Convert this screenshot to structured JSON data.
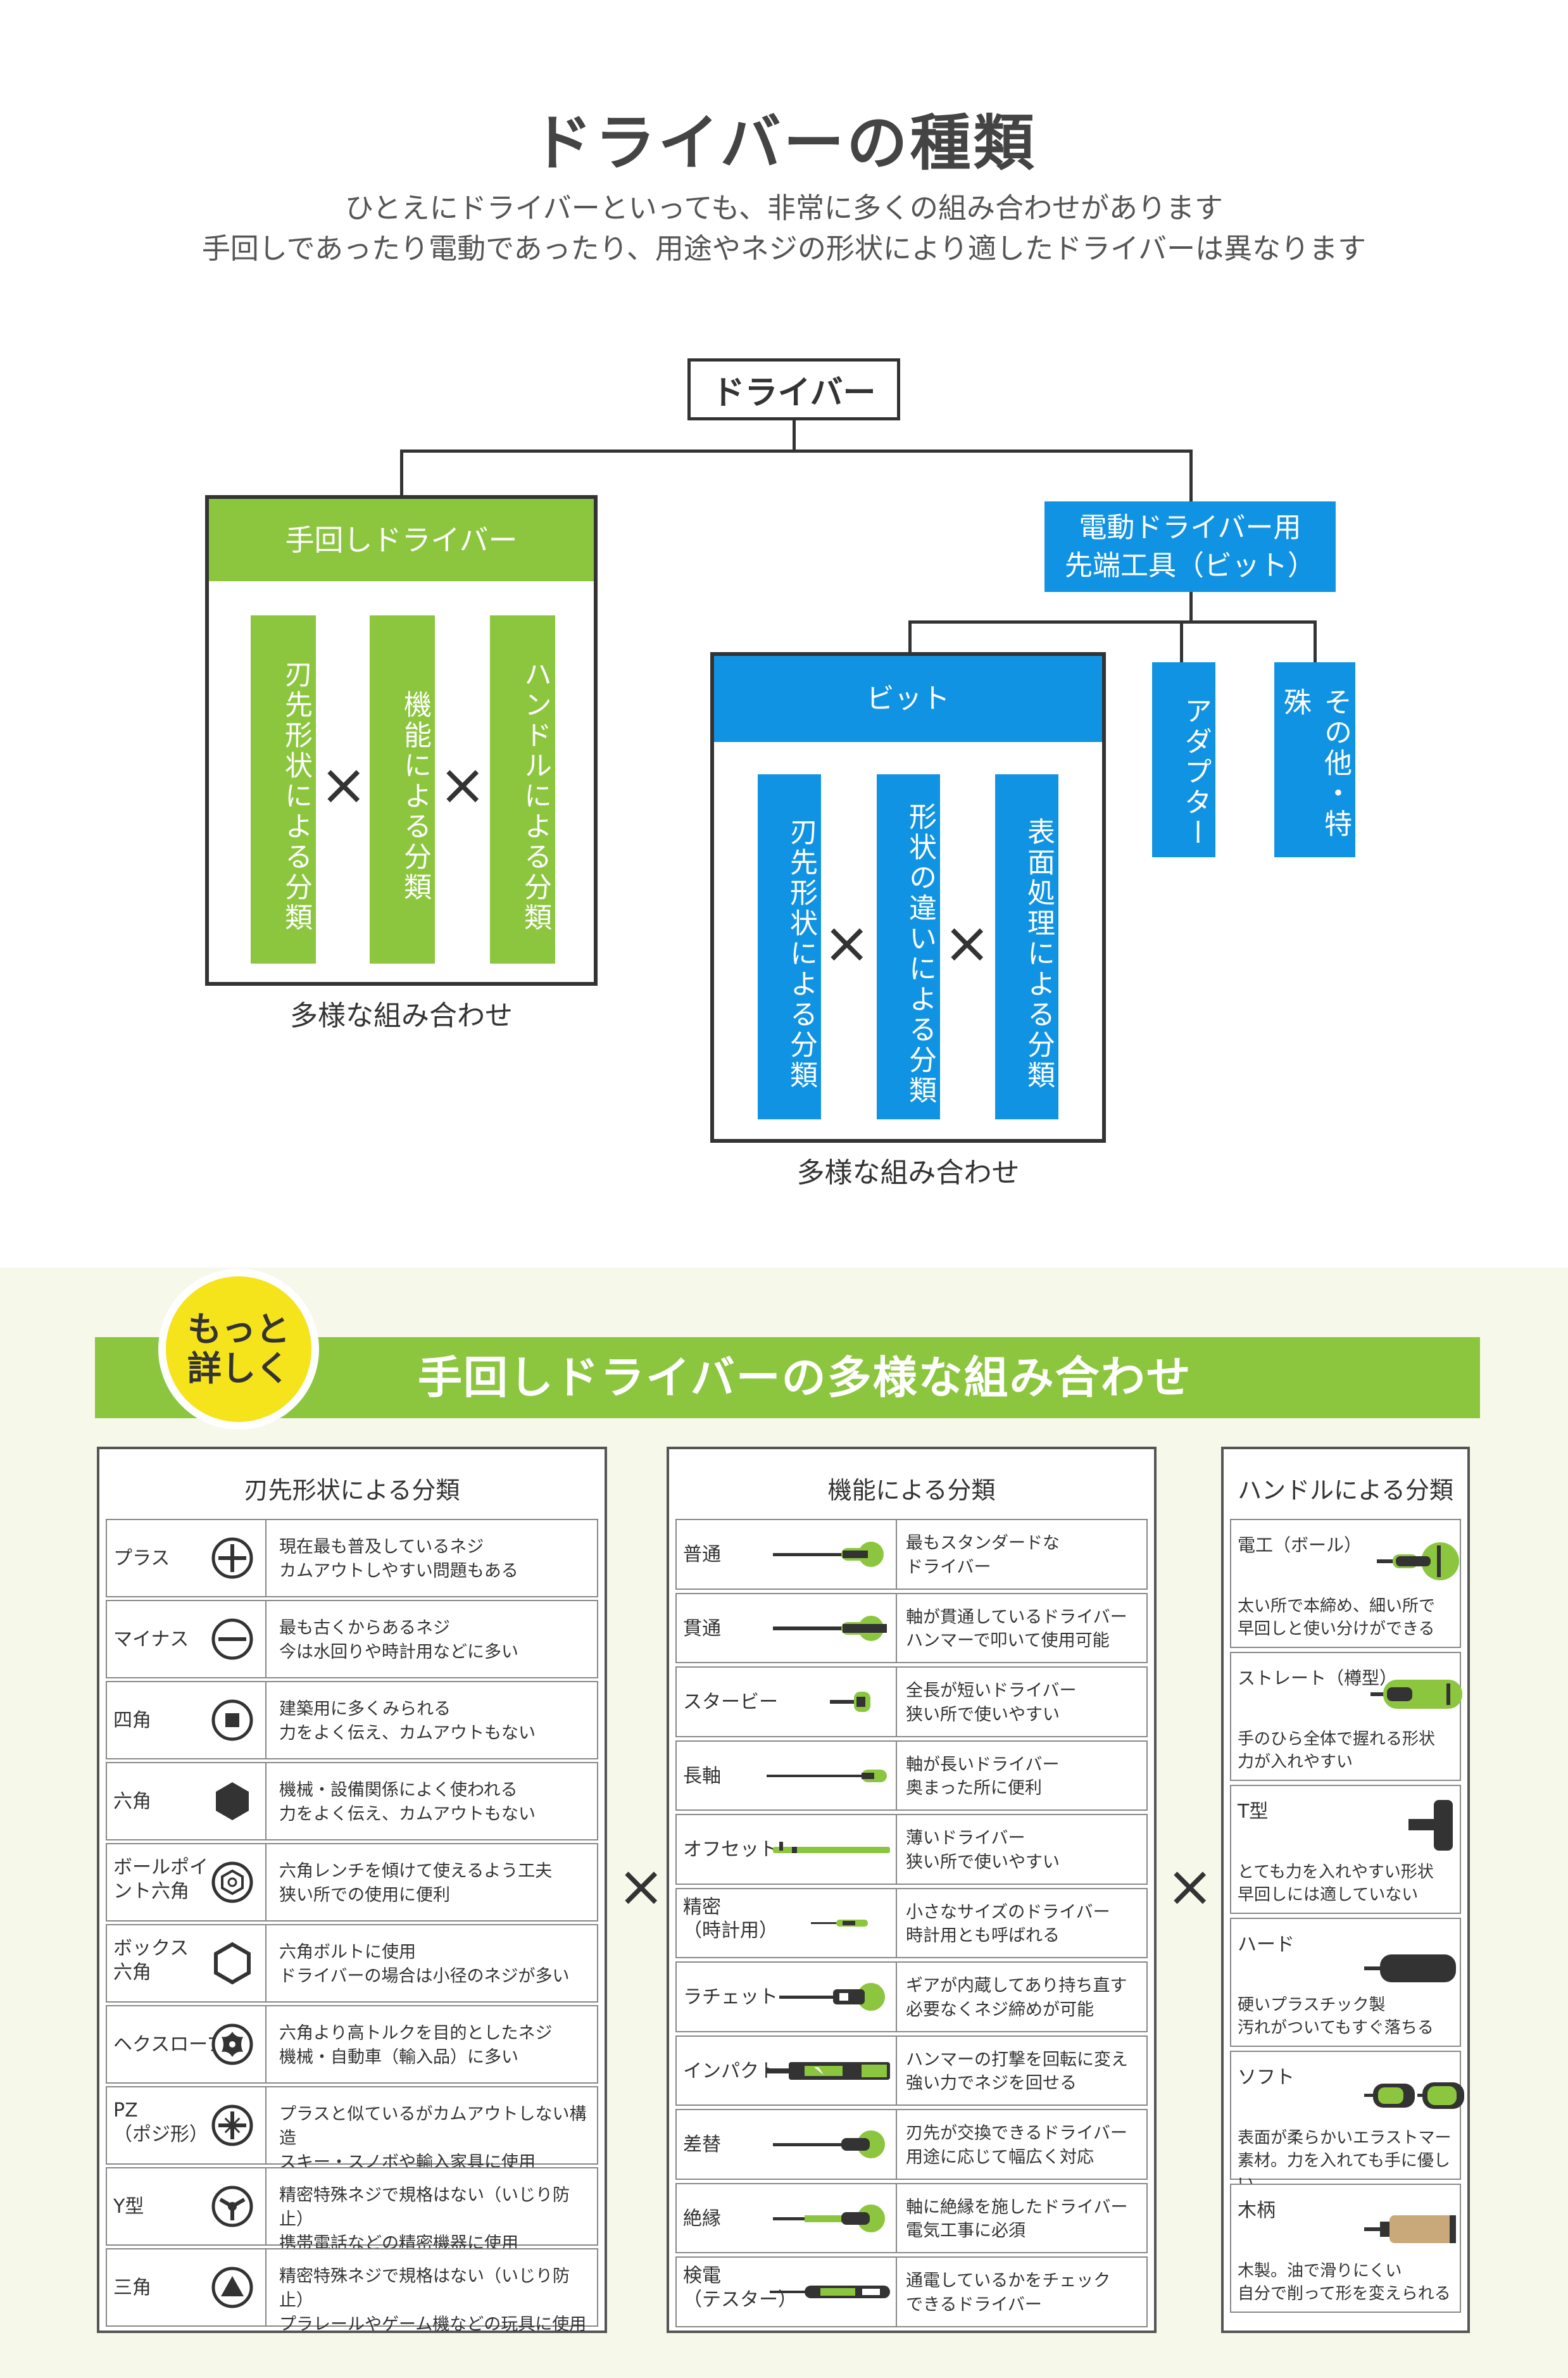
{
  "title": "ドライバーの種類",
  "lead": [
    "ひとえにドライバーといっても、非常に多くの組み合わせがあります",
    "手回しであったり電動であったり、用途やネジの形状により適したドライバーは異なります"
  ],
  "tree": {
    "root": "ドライバー",
    "manual": {
      "label": "手回しドライバー",
      "items": [
        "刃先形状による分類",
        "機能による分類",
        "ハンドルによる分類"
      ],
      "caption": "多様な組み合わせ"
    },
    "electric": {
      "label_line1": "電動ドライバー用",
      "label_line2": "先端工具（ビット）",
      "bit": {
        "label": "ビット",
        "items": [
          "刃先形状による分類",
          "形状の違いによる分類",
          "表面処理による分類"
        ],
        "caption": "多様な組み合わせ"
      },
      "adapter": "アダプター",
      "other": "その他・特殊"
    },
    "times": "×"
  },
  "section2": {
    "badge_line1": "もっと",
    "badge_line2": "詳しく",
    "banner": "手回しドライバーの多様な組み合わせ",
    "times": "×",
    "tip": {
      "header": "刃先形状による分類",
      "rows": [
        {
          "name": "プラス",
          "icon": "phillips-icon",
          "desc1": "現在最も普及しているネジ",
          "desc2": "カムアウトしやすい問題もある"
        },
        {
          "name": "マイナス",
          "icon": "slotted-icon",
          "desc1": "最も古くからあるネジ",
          "desc2": "今は水回りや時計用などに多い"
        },
        {
          "name": "四角",
          "icon": "square-icon",
          "desc1": "建築用に多くみられる",
          "desc2": "力をよく伝え、カムアウトもない"
        },
        {
          "name": "六角",
          "icon": "hex-icon",
          "desc1": "機械・設備関係によく使われる",
          "desc2": "力をよく伝え、カムアウトもない"
        },
        {
          "name": "ボールポイ\nント六角",
          "icon": "ball-hex-icon",
          "desc1": "六角レンチを傾けて使えるよう工夫",
          "desc2": "狭い所での使用に便利"
        },
        {
          "name": "ボックス\n六角",
          "icon": "box-hex-icon",
          "desc1": "六角ボルトに使用",
          "desc2": "ドライバーの場合は小径のネジが多い"
        },
        {
          "name": "ヘクスローブ",
          "icon": "hexalobular-icon",
          "desc1": "六角より高トルクを目的としたネジ",
          "desc2": "機械・自動車（輸入品）に多い"
        },
        {
          "name": "PZ\n（ポジ形）",
          "icon": "pozidriv-icon",
          "desc1": "プラスと似ているがカムアウトしない構造",
          "desc2": "スキー・スノボや輸入家具に使用"
        },
        {
          "name": "Y型",
          "icon": "y-type-icon",
          "desc1": "精密特殊ネジで規格はない（いじり防止）",
          "desc2": "携帯電話などの精密機器に使用"
        },
        {
          "name": "三角",
          "icon": "triangle-icon",
          "desc1": "精密特殊ネジで規格はない（いじり防止）",
          "desc2": "プラレールやゲーム機などの玩具に使用"
        }
      ]
    },
    "function": {
      "header": "機能による分類",
      "rows": [
        {
          "name": "普通",
          "desc1": "最もスタンダードな",
          "desc2": "ドライバー"
        },
        {
          "name": "貫通",
          "desc1": "軸が貫通しているドライバー",
          "desc2": "ハンマーで叩いて使用可能"
        },
        {
          "name": "スタービー",
          "desc1": "全長が短いドライバー",
          "desc2": "狭い所で使いやすい"
        },
        {
          "name": "長軸",
          "desc1": "軸が長いドライバー",
          "desc2": "奥まった所に便利"
        },
        {
          "name": "オフセット",
          "desc1": "薄いドライバー",
          "desc2": "狭い所で使いやすい"
        },
        {
          "name": "精密\n（時計用）",
          "desc1": "小さなサイズのドライバー",
          "desc2": "時計用とも呼ばれる"
        },
        {
          "name": "ラチェット",
          "desc1": "ギアが内蔵してあり持ち直す",
          "desc2": "必要なくネジ締めが可能"
        },
        {
          "name": "インパクト",
          "desc1": "ハンマーの打撃を回転に変え",
          "desc2": "強い力でネジを回せる"
        },
        {
          "name": "差替",
          "desc1": "刃先が交換できるドライバー",
          "desc2": "用途に応じて幅広く対応"
        },
        {
          "name": "絶縁",
          "desc1": "軸に絶縁を施したドライバー",
          "desc2": "電気工事に必須"
        },
        {
          "name": "検電\n（テスター）",
          "desc1": "通電しているかをチェック",
          "desc2": "できるドライバー"
        }
      ]
    },
    "handle": {
      "header": "ハンドルによる分類",
      "rows": [
        {
          "name": "電工（ボール）",
          "desc1": "太い所で本締め、細い所で",
          "desc2": "早回しと使い分けができる"
        },
        {
          "name": "ストレート（樽型）",
          "desc1": "手のひら全体で握れる形状",
          "desc2": "力が入れやすい"
        },
        {
          "name": "T型",
          "desc1": "とても力を入れやすい形状",
          "desc2": "早回しには適していない"
        },
        {
          "name": "ハード",
          "desc1": "硬いプラスチック製",
          "desc2": "汚れがついてもすぐ落ちる"
        },
        {
          "name": "ソフト",
          "desc1": "表面が柔らかいエラストマー",
          "desc2": "素材。力を入れても手に優しい"
        },
        {
          "name": "木柄",
          "desc1": "木製。油で滑りにくい",
          "desc2": "自分で削って形を変えられる"
        }
      ]
    },
    "colors": {
      "green": "#8cc63f",
      "blue": "#1193e3",
      "dark": "#333333",
      "wood": "#c9a97a",
      "yellow": "#f5e31b"
    }
  }
}
